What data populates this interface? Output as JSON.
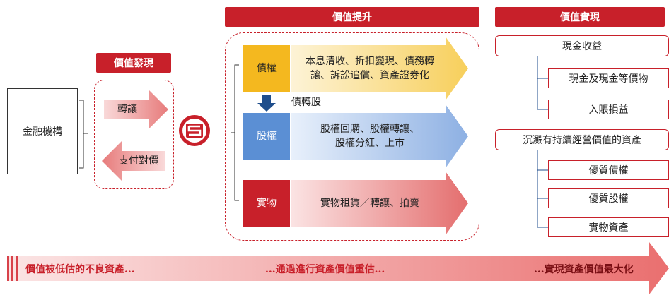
{
  "source": {
    "label": "金融機構"
  },
  "discovery": {
    "title": "價值發現",
    "transfer_label": "轉讓",
    "pay_label": "支付對價"
  },
  "enhance": {
    "title": "價值提升",
    "rows": [
      {
        "tag": "債權",
        "text_line1": "本息清收、折扣變現、債務轉",
        "text_line2": "讓、訴訟追償、資產證券化",
        "color": "#f4b81f",
        "arrow_color": "#f9d67a"
      },
      {
        "tag": "股權",
        "text_line1": "股權回購、股權轉讓、",
        "text_line2": "股權分紅、上市",
        "color": "#5b8fd4",
        "arrow_color": "#9ab9e6"
      },
      {
        "tag": "實物",
        "text_line1": "實物租賃／轉讓、拍賣",
        "text_line2": "",
        "color": "#c8202a",
        "arrow_color": "#ea8c8c"
      }
    ],
    "conversion_label": "債轉股"
  },
  "realize": {
    "title": "價值實現",
    "group1": {
      "head": "現金收益",
      "items": [
        "現金及現金等價物",
        "入賬損益"
      ]
    },
    "group2": {
      "head": "沉澱有持續經營價值的資產",
      "items": [
        "優質債權",
        "優質股權",
        "實物資產"
      ]
    }
  },
  "bottom": {
    "left": "價值被低估的不良資產...",
    "middle": "...通過進行資產價值重估...",
    "right": "...實現資產價值最大化"
  },
  "colors": {
    "brand_red": "#c8202a",
    "navy": "#1f4e8c"
  }
}
